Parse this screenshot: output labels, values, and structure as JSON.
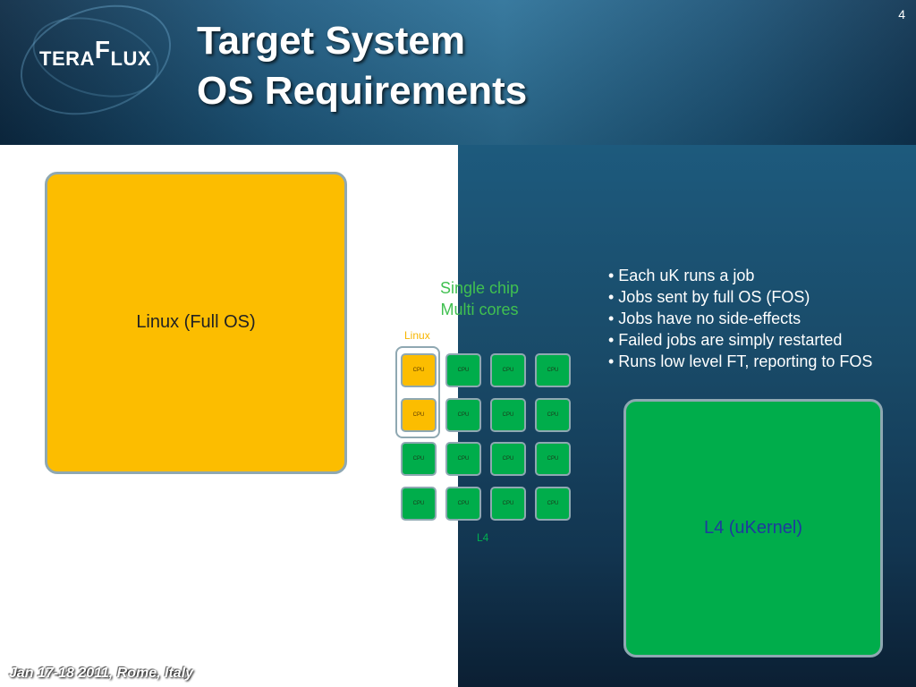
{
  "header": {
    "logo_prefix": "TERA",
    "logo_f": "F",
    "logo_suffix": "LUX",
    "title_line1": "Target System",
    "title_line2": "OS Requirements",
    "slide_number": "4"
  },
  "left_box": {
    "label": "Linux (Full OS)"
  },
  "chip": {
    "label_line1": "Single chip",
    "label_line2": "Multi cores",
    "linux_label": "Linux",
    "l4_label": "L4",
    "cpu_label": "CPU",
    "grid": [
      [
        "yellow",
        "green",
        "green",
        "green"
      ],
      [
        "yellow",
        "green",
        "green",
        "green"
      ],
      [
        "green",
        "green",
        "green",
        "green"
      ],
      [
        "green",
        "green",
        "green",
        "green"
      ]
    ],
    "colors": {
      "linux": "#fcbd00",
      "l4": "#00ad4b"
    }
  },
  "bullets": [
    "• Each uK runs a job",
    "• Jobs sent by full OS (FOS)",
    "• Jobs have no side-effects",
    "• Failed jobs are simply restarted",
    "• Runs low level FT, reporting to FOS"
  ],
  "right_box": {
    "label": "L4 (uKernel)"
  },
  "footer": {
    "text": "Jan 17-18 2011, Rome, Italy"
  }
}
